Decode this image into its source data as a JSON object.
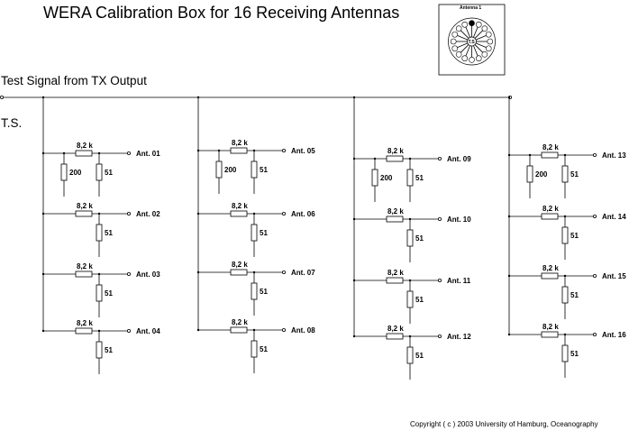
{
  "title": "WERA Calibration Box for 16 Receiving Antennas",
  "input_label": "Test Signal from TX Output",
  "ts_label": "T.S.",
  "copyright": "Copyright ( c ) 2003  University of Hamburg, Oceanography",
  "inset": {
    "label": "Antenna 1",
    "center_label": "T.S"
  },
  "series_resistor_label": "8,2 k",
  "shunt_resistor_label": "51",
  "first_stage_resistor_label": "200",
  "antennas": [
    "Ant. 01",
    "Ant. 02",
    "Ant. 03",
    "Ant. 04",
    "Ant. 05",
    "Ant. 06",
    "Ant. 07",
    "Ant. 08",
    "Ant. 09",
    "Ant. 10",
    "Ant. 11",
    "Ant. 12",
    "Ant. 13",
    "Ant. 14",
    "Ant. 15",
    "Ant. 16"
  ]
}
